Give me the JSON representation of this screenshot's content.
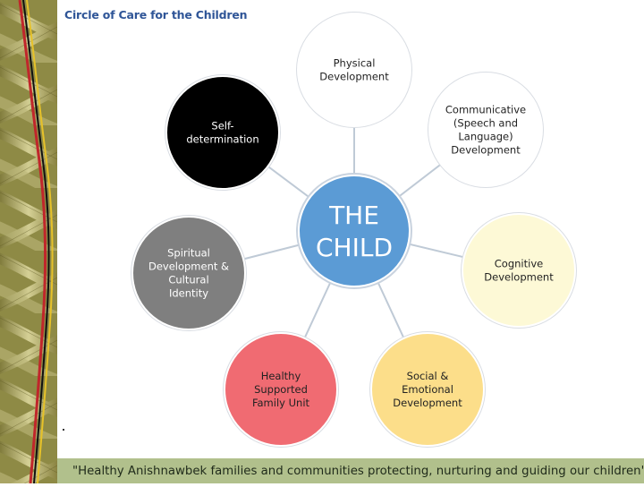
{
  "header": {
    "title": "Circle of Care for the Children"
  },
  "diagram": {
    "center": {
      "lines": [
        "THE",
        "CHILD"
      ],
      "fill": "#5b9bd5"
    },
    "nodes": [
      {
        "id": "physical",
        "lines": [
          "Physical",
          "Development"
        ],
        "fill": "#ffffff",
        "text": "#222222"
      },
      {
        "id": "communicative",
        "lines": [
          "Communicative",
          "(Speech and",
          "Language)",
          "Development"
        ],
        "fill": "#ffffff",
        "text": "#222222"
      },
      {
        "id": "cognitive",
        "lines": [
          "Cognitive",
          "Development"
        ],
        "fill": "#fdf9d6",
        "text": "#222222"
      },
      {
        "id": "social",
        "lines": [
          "Social &",
          "Emotional",
          "Development"
        ],
        "fill": "#fcde8a",
        "text": "#222222"
      },
      {
        "id": "family",
        "lines": [
          "Healthy",
          "Supported",
          "Family Unit"
        ],
        "fill": "#f06b72",
        "text": "#222222"
      },
      {
        "id": "spiritual",
        "lines": [
          "Spiritual",
          "Development &",
          "Cultural",
          "Identity"
        ],
        "fill": "#7f7f7f",
        "text": "#ffffff"
      },
      {
        "id": "self-determination",
        "lines": [
          "Self-",
          "determination"
        ],
        "fill": "#000000",
        "text": "#ffffff"
      }
    ]
  },
  "footer": {
    "tagline": "\"Healthy Anishnawbek families and communities protecting, nurturing and guiding our children\""
  },
  "colors": {
    "title": "#2f5597",
    "footer_bar": "#b1c08c",
    "center": "#5b9bd5",
    "connector": "#bfcad6"
  }
}
